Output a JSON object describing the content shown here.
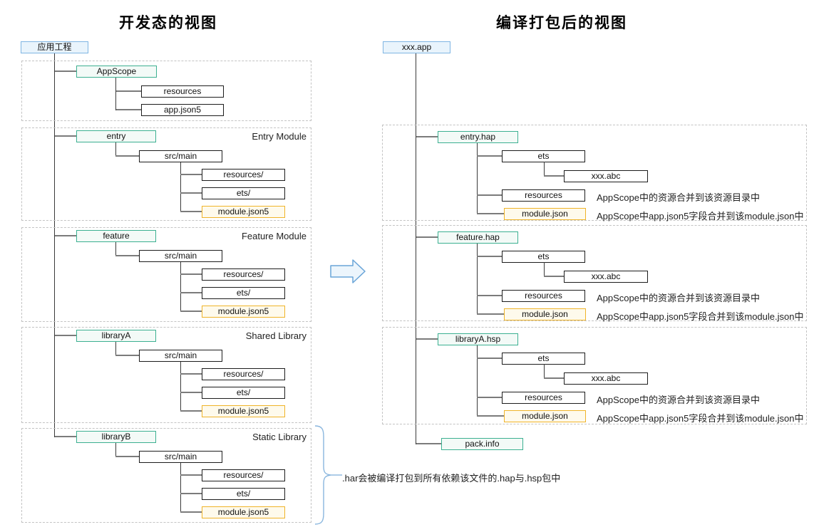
{
  "dev_view": {
    "title": "开发态的视图",
    "root": "应用工程",
    "appscope": {
      "name": "AppScope",
      "resources": "resources",
      "app_json": "app.json5"
    },
    "modules": [
      {
        "name": "entry",
        "tag": "Entry Module",
        "src": "src/main",
        "resources": "resources/",
        "ets": "ets/",
        "module_json": "module.json5"
      },
      {
        "name": "feature",
        "tag": "Feature Module",
        "src": "src/main",
        "resources": "resources/",
        "ets": "ets/",
        "module_json": "module.json5"
      },
      {
        "name": "libraryA",
        "tag": "Shared Library",
        "src": "src/main",
        "resources": "resources/",
        "ets": "ets/",
        "module_json": "module.json5"
      },
      {
        "name": "libraryB",
        "tag": "Static Library",
        "src": "src/main",
        "resources": "resources/",
        "ets": "ets/",
        "module_json": "module.json5"
      }
    ],
    "har_note": ".har会被编译打包到所有依赖该文件的.hap与.hsp包中"
  },
  "packed_view": {
    "title": "编译打包后的视图",
    "root": "xxx.app",
    "packages": [
      {
        "name": "entry.hap",
        "ets": "ets",
        "abc": "xxx.abc",
        "resources": "resources",
        "module_json": "module.json",
        "res_note": "AppScope中的资源合并到该资源目录中",
        "json_note": "AppScope中app.json5字段合并到该module.json中"
      },
      {
        "name": "feature.hap",
        "ets": "ets",
        "abc": "xxx.abc",
        "resources": "resources",
        "module_json": "module.json",
        "res_note": "AppScope中的资源合并到该资源目录中",
        "json_note": "AppScope中app.json5字段合并到该module.json中"
      },
      {
        "name": "libraryA.hsp",
        "ets": "ets",
        "abc": "xxx.abc",
        "resources": "resources",
        "module_json": "module.json",
        "res_note": "AppScope中的资源合并到该资源目录中",
        "json_note": "AppScope中app.json5字段合并到该module.json中"
      }
    ],
    "pack_info": "pack.info"
  },
  "colors": {
    "module_box_border": "#3cb091",
    "root_box_border": "#7fb5e3",
    "config_box_border": "#f0b429",
    "plain_box_border": "#1c1c1c",
    "arrow": "#6aa5d8",
    "brace": "#8ab6de",
    "group_dash": "#c3c3c3"
  }
}
